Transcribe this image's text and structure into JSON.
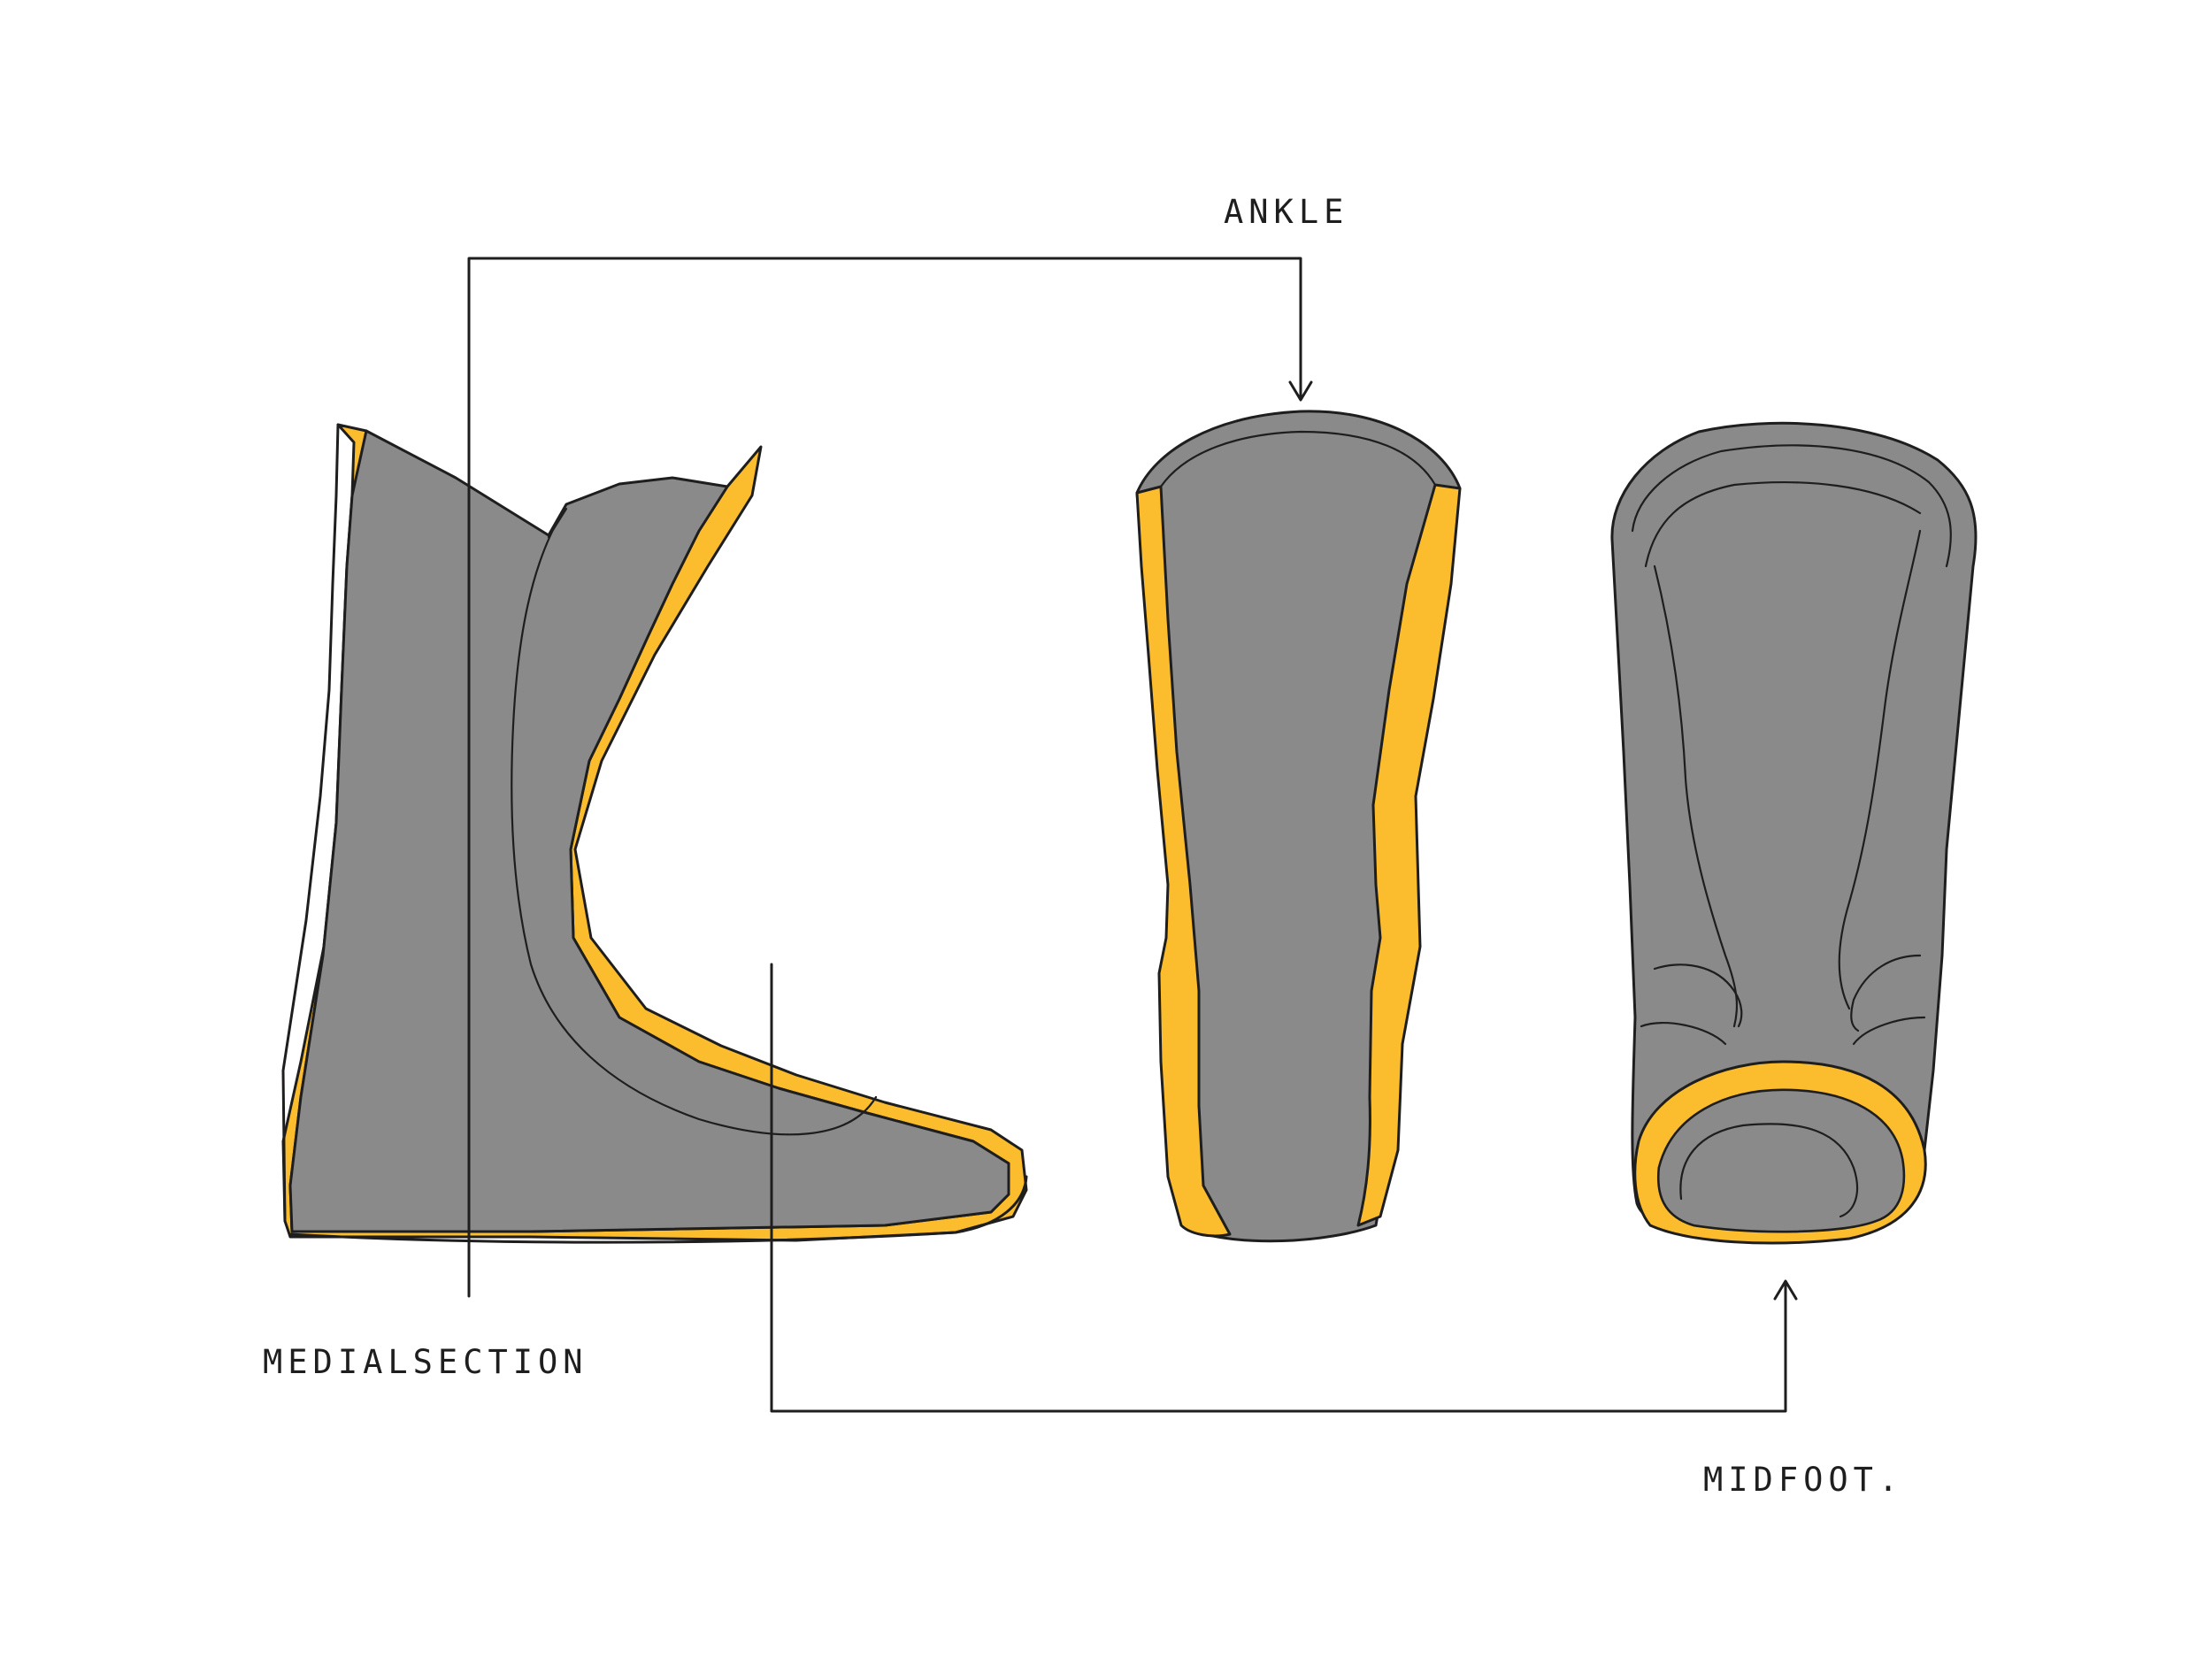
{
  "labels": {
    "ankle": "ANKLE",
    "medial": "MEDIALSECTION",
    "midfoot": "MIDFOOT."
  },
  "colors": {
    "background": "#ffffff",
    "liner_fill": "#8a8a8a",
    "padding": "#fbbd2d",
    "ink": "#1e1e1e"
  }
}
